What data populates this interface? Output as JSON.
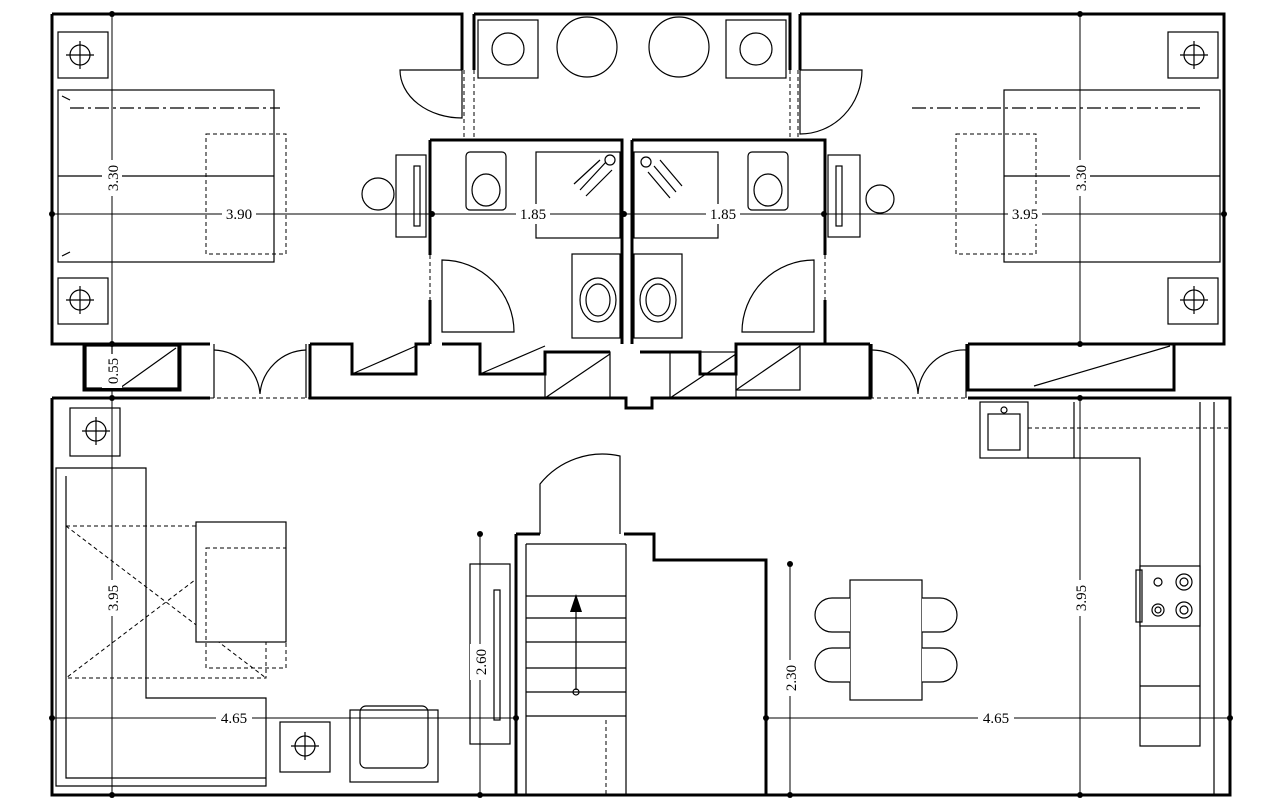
{
  "dimensions": {
    "bedroom_left_width": "3.90",
    "bedroom_left_depth": "3.30",
    "bath_left_width": "1.85",
    "bath_right_width": "1.85",
    "bedroom_right_width": "3.95",
    "bedroom_right_depth": "3.30",
    "corridor_depth": "0.55",
    "living_depth": "3.95",
    "living_width": "4.65",
    "stair_wall_length": "2.60",
    "dining_depth": "2.30",
    "kitchen_width": "4.65",
    "kitchen_depth": "3.95"
  }
}
